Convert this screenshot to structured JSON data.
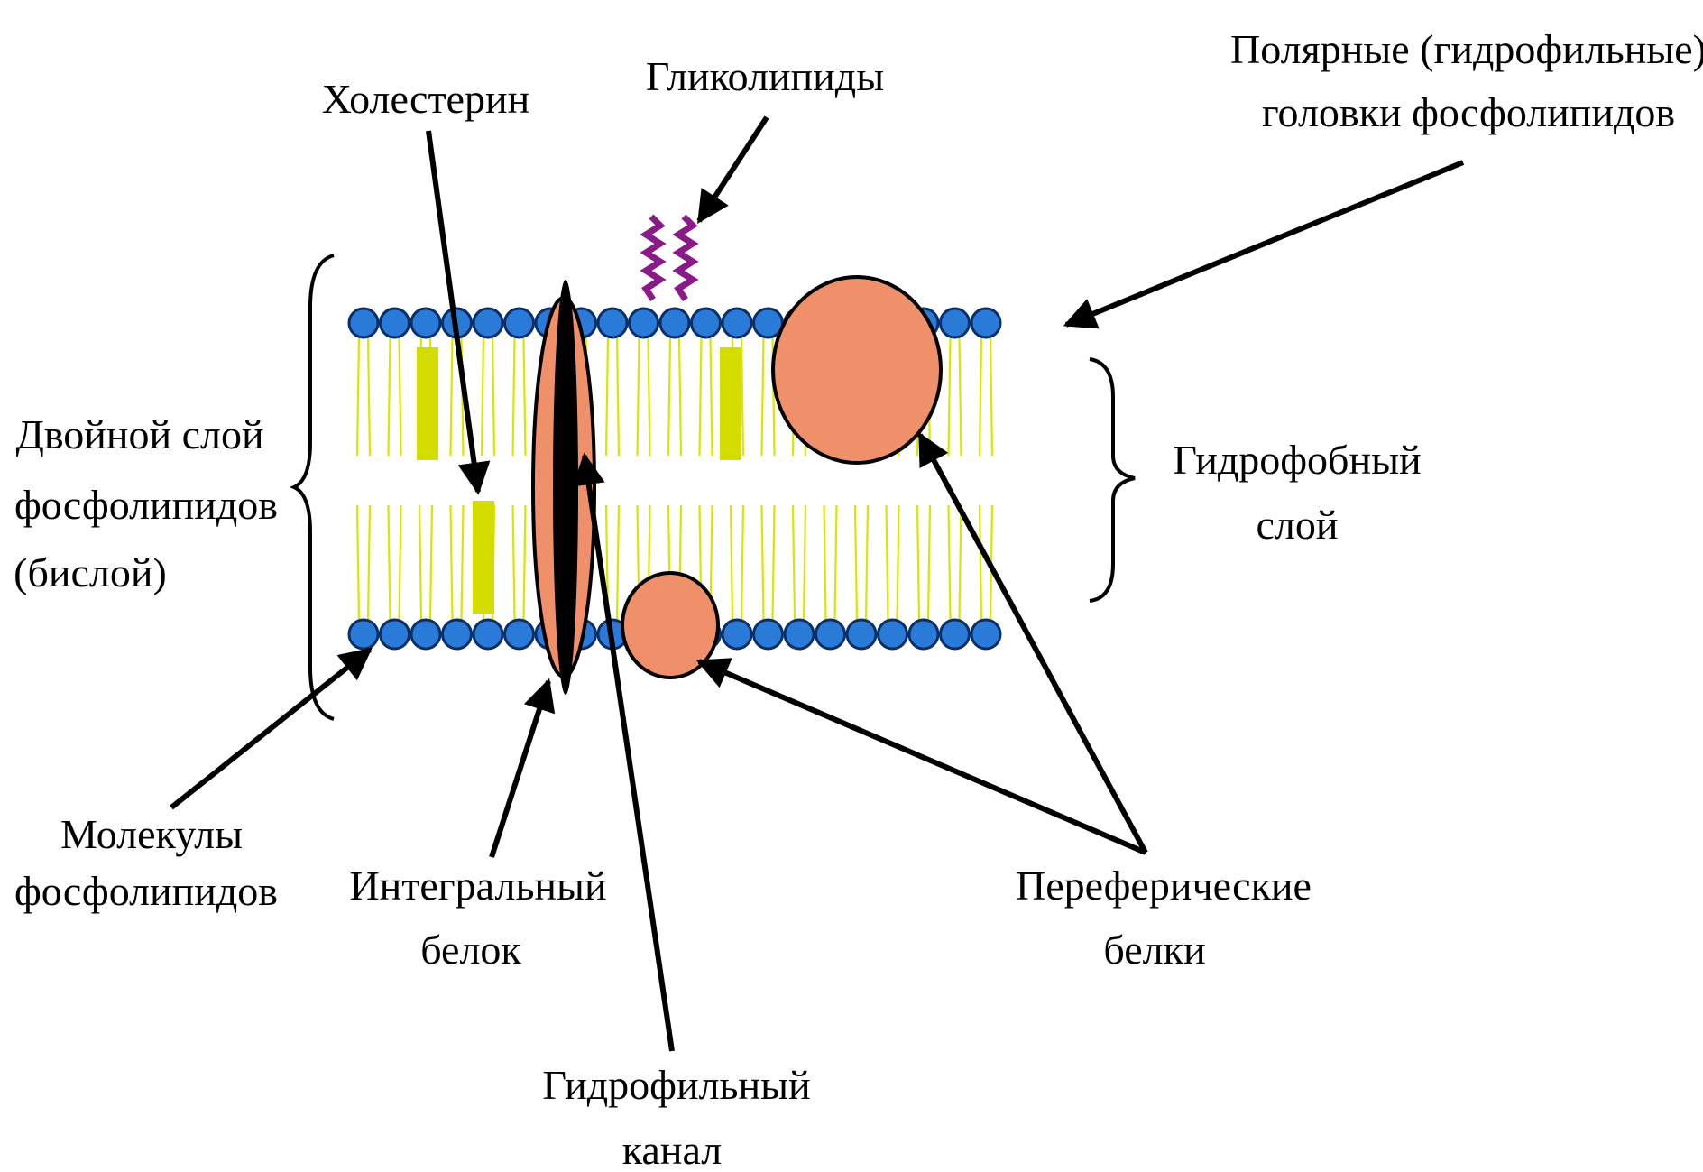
{
  "labels": {
    "cholesterol": "Холестерин",
    "glycolipids": "Гликолипиды",
    "polar_heads_line1": "Полярные (гидрофильные)",
    "polar_heads_line2": "головки фосфолипидов",
    "bilayer_line1": "Двойной слой",
    "bilayer_line2": "фосфолипидов",
    "bilayer_line3": "(бислой)",
    "hydrophobic_line1": "Гидрофобный",
    "hydrophobic_line2": "слой",
    "molecules_line1": "Молекулы",
    "molecules_line2": "фосфолипидов",
    "integral_line1": "Интегральный",
    "integral_line2": "белок",
    "peripheral_line1": "Переферические",
    "peripheral_line2": "белки",
    "channel_line1": "Гидрофильный",
    "channel_line2": "канал"
  },
  "colors": {
    "phospholipid_head": "#2a7ad8",
    "lipid_tail": "#d9e600",
    "cholesterol": "#d4dc00",
    "protein": "#f0906a",
    "glycolipid": "#8a1a8a",
    "arrow": "#000000"
  }
}
